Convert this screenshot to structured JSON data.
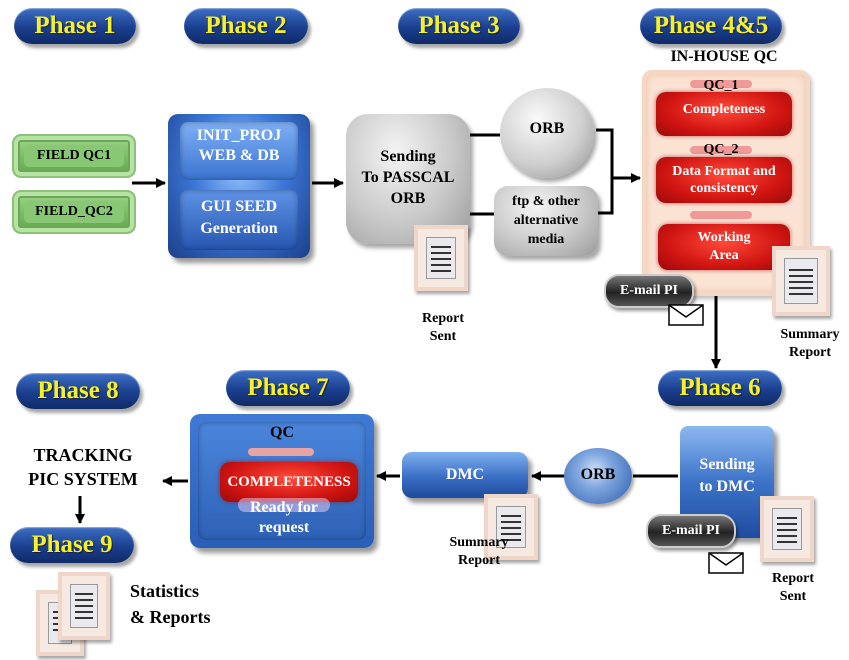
{
  "phases": {
    "p1": "Phase 1",
    "p2": "Phase 2",
    "p3": "Phase 3",
    "p45": "Phase 4&5",
    "p6": "Phase 6",
    "p7": "Phase 7",
    "p8": "Phase 8",
    "p9": "Phase 9"
  },
  "field": {
    "qc1": "FIELD QC1",
    "qc2": "FIELD_QC2"
  },
  "phase2": {
    "init_line1": "INIT_PROJ",
    "init_line2": "WEB & DB",
    "gui_line1": "GUI SEED",
    "gui_line2": "Generation"
  },
  "phase3": {
    "sending_line1": "Sending",
    "sending_line2": "To PASSCAL",
    "sending_line3": "ORB",
    "orb": "ORB",
    "ftp_line1": "ftp & other",
    "ftp_line2": "alternative",
    "ftp_line3": "media",
    "report_line1": "Report",
    "report_line2": "Sent"
  },
  "inhouse": {
    "title": "IN-HOUSE QC",
    "qc1_title": "QC_1",
    "qc1_label": "Completeness",
    "qc2_title": "QC_2",
    "qc2_line1": "Data Format and",
    "qc2_line2": "consistency",
    "work_line1": "Working",
    "work_line2": "Area",
    "email": "E-mail PI",
    "summary_line1": "Summary",
    "summary_line2": "Report"
  },
  "phase6": {
    "sending_line1": "Sending",
    "sending_line2": "to DMC",
    "email": "E-mail PI",
    "report_line1": "Report",
    "report_line2": "Sent"
  },
  "middle": {
    "orb": "ORB",
    "dmc": "DMC",
    "summary_line1": "Summary",
    "summary_line2": "Report"
  },
  "phase7": {
    "qc": "QC",
    "completeness": "COMPLETENESS",
    "ready_line1": "Ready for",
    "ready_line2": "request"
  },
  "tracking": {
    "line1": "TRACKING",
    "line2": "PIC SYSTEM"
  },
  "stats": {
    "line1": "Statistics",
    "line2": "& Reports"
  },
  "colors": {
    "phase_text": "#f4f226",
    "phase_bg": "#1b3f8f",
    "field_green": "#88c875",
    "qc_red": "#d11512"
  }
}
